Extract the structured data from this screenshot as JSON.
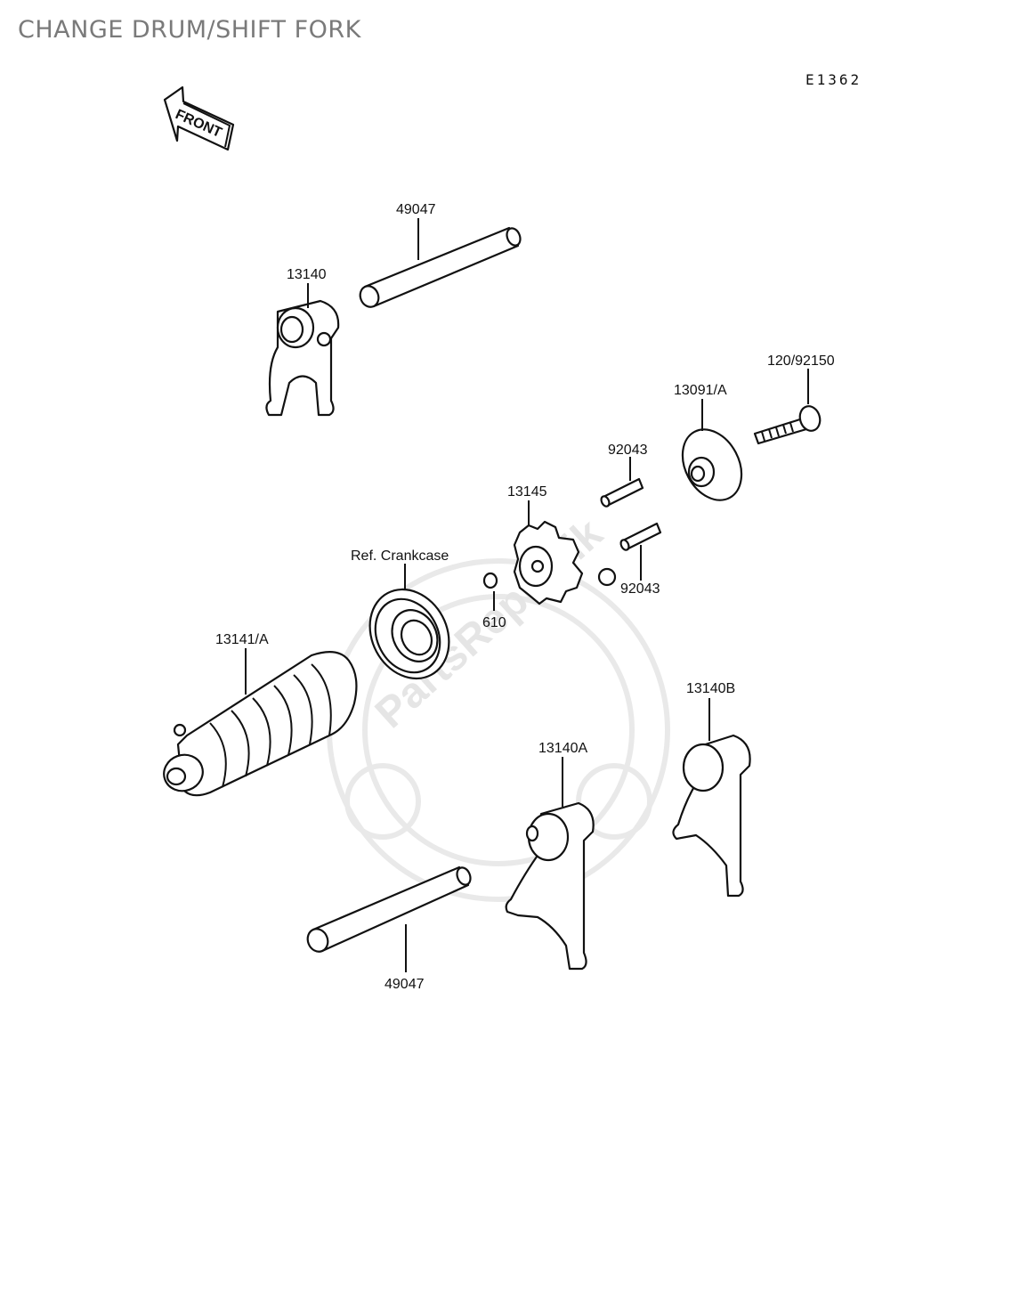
{
  "title": "CHANGE DRUM/SHIFT FORK",
  "diagram_code": "E1362",
  "front_label": "FRONT",
  "watermark": "PartsRepublik",
  "parts": {
    "rod_top": "49047",
    "fork_top": "13140",
    "bolt": "120/92150",
    "plate": "13091/A",
    "pin_upper": "92043",
    "pin_lower": "92043",
    "cam": "13145",
    "bearing": "Ref. Crankcase",
    "dowel": "610",
    "drum": "13141/A",
    "fork_right": "13140B",
    "fork_middle": "13140A",
    "rod_bottom": "49047"
  }
}
